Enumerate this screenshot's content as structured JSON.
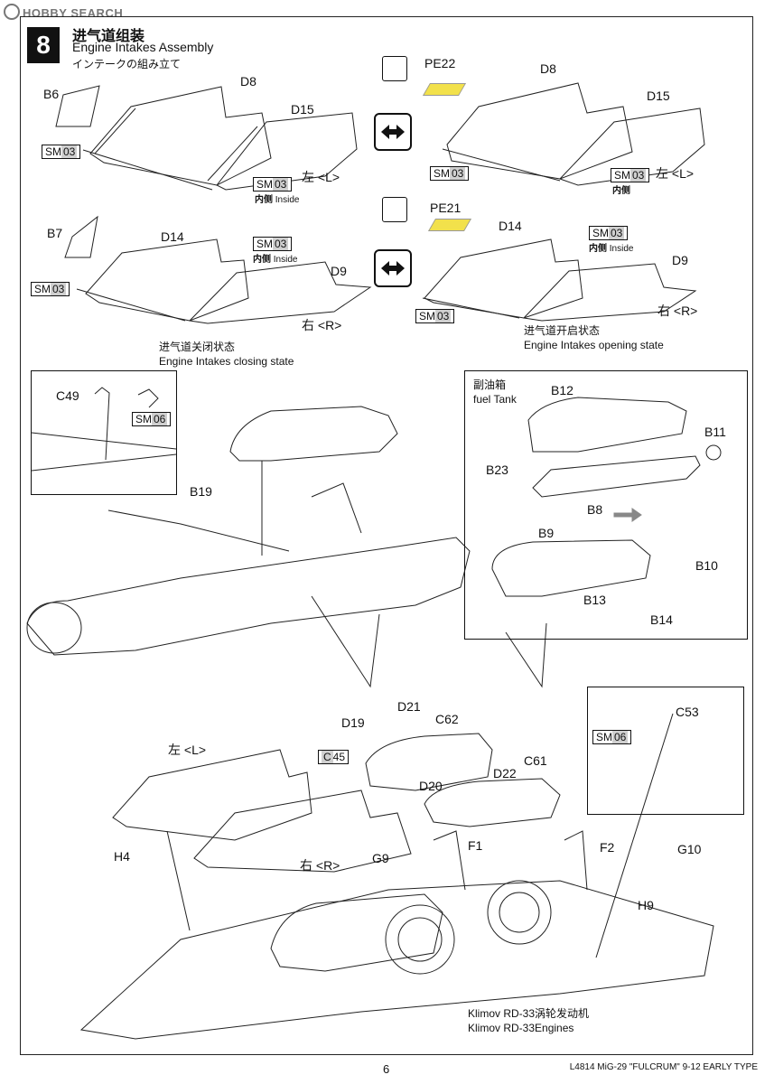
{
  "watermark": "HOBBY SEARCH",
  "step": {
    "number": "8",
    "title_cn": "进气道组装",
    "title_en": "Engine Intakes Assembly",
    "title_jp": "インテークの組み立て"
  },
  "parts": {
    "b6": "B6",
    "d8a": "D8",
    "d15a": "D15",
    "d8b": "D8",
    "d15b": "D15",
    "b7": "B7",
    "d14a": "D14",
    "d9a": "D9",
    "d14b": "D14",
    "d9b": "D9",
    "c49": "C49",
    "b19": "B19",
    "b12": "B12",
    "b11": "B11",
    "b23": "B23",
    "b8": "B8",
    "b9": "B9",
    "b10": "B10",
    "b13": "B13",
    "b14": "B14",
    "d19": "D19",
    "d21": "D21",
    "c62": "C62",
    "c61": "C61",
    "d20": "D20",
    "d22": "D22",
    "c53": "C53",
    "h4": "H4",
    "g9": "G9",
    "f1": "F1",
    "f2": "F2",
    "g10": "G10",
    "h9": "H9"
  },
  "paint_codes": {
    "sm03": "SM",
    "sm03_num": "03",
    "sm06": "SM",
    "sm06_num": "06",
    "c45": "C",
    "c45_num": "45"
  },
  "photo_etch": {
    "pe22": "PE22",
    "pe21": "PE21"
  },
  "side_labels": {
    "left": "左 <L>",
    "right": "右 <R>",
    "inside_cn": "内侧",
    "inside_en": "Inside"
  },
  "captions": {
    "closing_cn": "进气道关闭状态",
    "closing_en": "Engine Intakes closing state",
    "opening_cn": "进气道开启状态",
    "opening_en": "Engine Intakes opening state",
    "fuel_cn": "副油箱",
    "fuel_en": "fuel Tank",
    "engine_cn": "Klimov RD-33涡轮发动机",
    "engine_en": "Klimov RD-33Engines"
  },
  "footer": {
    "page_number": "6",
    "product": "L4814 MiG-29 \"FULCRUM\"  9-12 EARLY TYPE"
  }
}
